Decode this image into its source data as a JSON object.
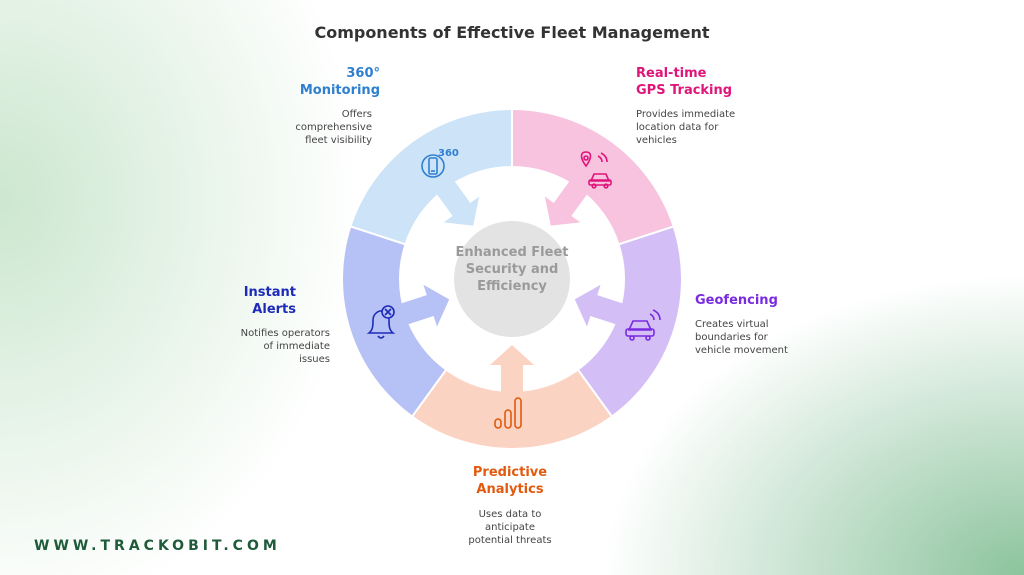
{
  "title": "Components of Effective Fleet Management",
  "center": "Enhanced Fleet Security and Efficiency",
  "segments": [
    {
      "key": "monitoring",
      "label_line1": "360°",
      "label_line2": "Monitoring",
      "desc_lines": [
        "Offers",
        "comprehensive",
        "fleet visibility"
      ],
      "color": "#2f7fd0",
      "fill": "#cde3f7",
      "icon": "360-phone-icon"
    },
    {
      "key": "gps",
      "label_line1": "Real-time",
      "label_line2": "GPS Tracking",
      "desc_lines": [
        "Provides immediate",
        "location data for",
        "vehicles"
      ],
      "color": "#e0157a",
      "fill": "#f7c3de",
      "icon": "location-car-icon"
    },
    {
      "key": "geofencing",
      "label_line1": "Geofencing",
      "label_line2": "",
      "desc_lines": [
        "Creates virtual",
        "boundaries for",
        "vehicle movement"
      ],
      "color": "#7a2be0",
      "fill": "#d3bff6",
      "icon": "car-signal-icon"
    },
    {
      "key": "analytics",
      "label_line1": "Predictive",
      "label_line2": "Analytics",
      "desc_lines": [
        "Uses data to",
        "anticipate",
        "potential threats"
      ],
      "color": "#e05a10",
      "fill": "#fbd3c3",
      "icon": "bar-chart-icon"
    },
    {
      "key": "alerts",
      "label_line1": "Instant",
      "label_line2": "Alerts",
      "desc_lines": [
        "Notifies operators",
        "of immediate",
        "issues"
      ],
      "color": "#1d2bb8",
      "fill": "#b6c1f5",
      "icon": "bell-alert-icon"
    }
  ],
  "icon_text": {
    "monitoring": "360"
  },
  "footer": "WWW.TRACKOBIT.COM"
}
